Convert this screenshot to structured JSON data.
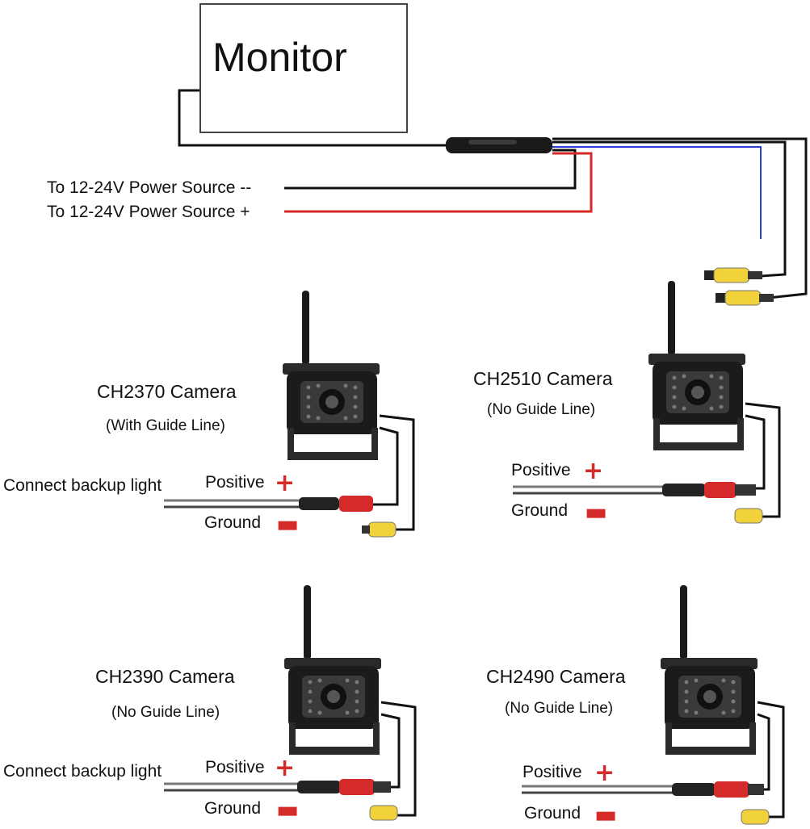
{
  "monitor": {
    "label": "Monitor"
  },
  "power": {
    "negative_label": "To 12-24V Power Source --",
    "positive_label": "To 12-24V Power Source +"
  },
  "cameras": [
    {
      "title": "CH2370 Camera",
      "subtitle": "(With Guide Line)",
      "backup": "Connect backup light",
      "positive": "Positive",
      "ground": "Ground"
    },
    {
      "title": "CH2510 Camera",
      "subtitle": "(No Guide Line)",
      "positive": "Positive",
      "ground": "Ground"
    },
    {
      "title": "CH2390  Camera",
      "subtitle": "(No Guide Line)",
      "backup": "Connect backup light",
      "positive": "Positive",
      "ground": "Ground"
    },
    {
      "title": "CH2490 Camera",
      "subtitle": "(No Guide Line)",
      "positive": "Positive",
      "ground": "Ground"
    }
  ],
  "colors": {
    "wire_black": "#111111",
    "wire_red": "#d42a2a",
    "wire_blue": "#2a3fd4",
    "rca_yellow": "#f2d23a",
    "sign_red": "#d42a2a"
  }
}
